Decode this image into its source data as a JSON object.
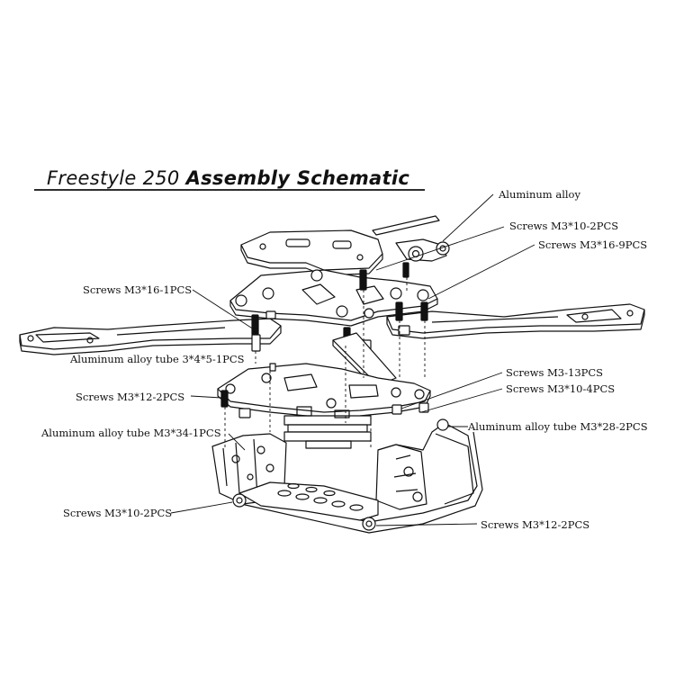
{
  "title": {
    "part1": "Freestyle 250",
    "part2": "Assembly Schematic"
  },
  "labels": {
    "aluminum_alloy": "Aluminum alloy",
    "screws_m3_10_2pcs_top": "Screws M3*10-2PCS",
    "screws_m3_16_9pcs": "Screws M3*16-9PCS",
    "screws_m3_16_1pcs": "Screws M3*16-1PCS",
    "tube_3_4_5": "Aluminum alloy tube 3*4*5-1PCS",
    "screws_m3_12_2pcs_left": "Screws M3*12-2PCS",
    "screws_m3_13pcs": "Screws M3-13PCS",
    "screws_m3_10_4pcs": "Screws M3*10-4PCS",
    "tube_m3_34": "Aluminum alloy tube M3*34-1PCS",
    "tube_m3_28": "Aluminum alloy tube M3*28-2PCS",
    "screws_m3_10_2pcs_bottom": "Screws M3*10-2PCS",
    "screws_m3_12_2pcs_bottom": "Screws M3*12-2PCS"
  },
  "colors": {
    "line": "#111111",
    "background": "#ffffff"
  }
}
